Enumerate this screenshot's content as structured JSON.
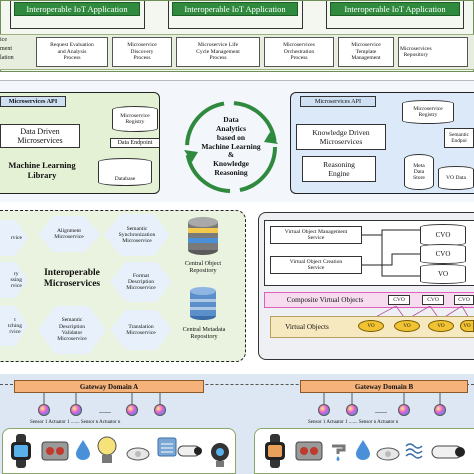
{
  "applications": {
    "titles": [
      "Interoperable IoT Application",
      "Interoperable IoT Application",
      "Interoperable IoT Application"
    ],
    "left_partial": "ice\nment\nlation",
    "processes": [
      "Request Evaluation\nand Analysis\nProcess",
      "Microservice\nDiscovery\nProcess",
      "Microservice Life\nCycle Management\nProcess",
      "Microservices\nOrchestration\nProcess",
      "Microservice\nTemplate\nManagement",
      "Microservices\nRepository"
    ]
  },
  "analytics": {
    "left": {
      "api": "Microservices API",
      "service": "Data Driven\nMicroservices",
      "library": "Machine Learning\nLibrary",
      "registry": "Microservice\nRegistry",
      "endpoint": "Data Endpoint",
      "database": "Database"
    },
    "center": "Data\nAnalytics\nbased on\nMachine Learning\n&\nKnowledge\nReasoning",
    "right": {
      "api": "Microservices API",
      "service": "Knowledge Driven\nMicroservices",
      "engine": "Reasoning\nEngine",
      "registry": "Microservice\nRegistry",
      "endpoint": "Semantic\nEndpoi",
      "meta_store": "Meta\nData\nStore",
      "vo_store": "VO Data"
    }
  },
  "interop": {
    "title": "Interoperable\nMicroservices",
    "left_partial": [
      "rvice",
      "ry\nssing\nrvice",
      "t\ntching\nrvice"
    ],
    "hexes": [
      "Alignment\nMicroservice",
      "Semantic\nSynchronization\nMicroservice",
      "Format\nDescription\nMicroservice",
      "Semantic\nDescription\nValidator\nMicroservice",
      "Translation\nMicroservice"
    ],
    "central_repo": "Central Object\nRepository",
    "meta_repo": "Central Metadata\nRepository"
  },
  "vo": {
    "mgmt": "Virtual Object Management\nService",
    "creation": "Virtual Object Creation\nService",
    "cvo_stack": [
      "CVO",
      "CVO",
      "VO"
    ],
    "composite_label": "Composite Virtual Objects",
    "cvo_row": [
      "CVO",
      "CVO",
      "CVO"
    ],
    "vo_label": "Virtual Objects",
    "vo_items": [
      "VO",
      "VO",
      "VO",
      "VO"
    ]
  },
  "gateways": {
    "a": "Gateway Domain A",
    "b": "Gateway Domain B",
    "ellipsis": "......",
    "a_devices": "Sensor 1  Actuator 1   .......   Sensor n  Actuator n",
    "b_devices": "Sensor 1  Actuator 1   .......   Sensor n  Actuator n"
  },
  "colors": {
    "app_bar": "#2f8a3e",
    "hex": "#4d8fd1",
    "gateway": "#f5b27a",
    "vo": "#f1c232",
    "composite": "#e15fc0"
  }
}
